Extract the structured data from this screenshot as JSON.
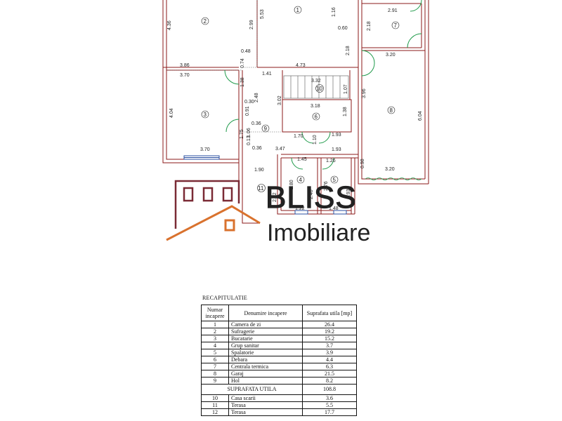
{
  "floorplan": {
    "rooms": [
      {
        "num": "1"
      },
      {
        "num": "2"
      },
      {
        "num": "3"
      },
      {
        "num": "4"
      },
      {
        "num": "5"
      },
      {
        "num": "6"
      },
      {
        "num": "7"
      },
      {
        "num": "8"
      },
      {
        "num": "9"
      },
      {
        "num": "10"
      },
      {
        "num": "11"
      }
    ],
    "dimensions": [
      "4.36",
      "2.99",
      "5.53",
      "1.16",
      "0.60",
      "2.18",
      "2.91",
      "2.18",
      "3.20",
      "3.86",
      "0.48",
      "0.74",
      "4.73",
      "3.70",
      "1.41",
      "3.32",
      "1.07",
      "3.96",
      "6.04",
      "1.38",
      "0.30",
      "2.48",
      "3.02",
      "3.18",
      "4.04",
      "0.91",
      "1.38",
      "0.36",
      "1.06",
      "1.75",
      "0.13",
      "0.36",
      "3.70",
      "3.47",
      "1.70",
      "1.10",
      "1.93",
      "1.93",
      "1.45",
      "1.26",
      "0.98",
      "3.20",
      "1.90",
      "2.80",
      "2.40",
      "2.76",
      "1.93",
      "2.52",
      "1.22",
      "1.48"
    ],
    "colors": {
      "walls": "#8b1a1a",
      "doors": "#1f9a4a",
      "window": "#2a4fa0"
    }
  },
  "logo": {
    "word1": "BLISS",
    "word2": "Imobiliare",
    "colors": {
      "house": "#7a2a35",
      "roof": "#d9722e",
      "text": "#222222"
    }
  },
  "recap": {
    "title": "RECAPITULATIE",
    "headers": [
      "Numar incapere",
      "Denumire incapere",
      "Suprafata utila [mp]"
    ],
    "rows": [
      {
        "num": "1",
        "name": "Camera de zi",
        "area": "26.4"
      },
      {
        "num": "2",
        "name": "Sufragerie",
        "area": "19.2"
      },
      {
        "num": "3",
        "name": "Bucatarie",
        "area": "15.2"
      },
      {
        "num": "4",
        "name": "Grup sanitar",
        "area": "3.7"
      },
      {
        "num": "5",
        "name": "Spalatorie",
        "area": "3.9"
      },
      {
        "num": "6",
        "name": "Debara",
        "area": "4.4"
      },
      {
        "num": "7",
        "name": "Centrala termica",
        "area": "6.3"
      },
      {
        "num": "8",
        "name": "Garaj",
        "area": "21.5"
      },
      {
        "num": "9",
        "name": "Hol",
        "area": "8.2"
      }
    ],
    "total": {
      "label": "SUPRAFATA UTILA",
      "area": "108.8"
    },
    "extra_rows": [
      {
        "num": "10",
        "name": "Casa scarii",
        "area": "3.6"
      },
      {
        "num": "11",
        "name": "Terasa",
        "area": "5.5"
      },
      {
        "num": "12",
        "name": "Terasa",
        "area": "17.7"
      }
    ]
  }
}
